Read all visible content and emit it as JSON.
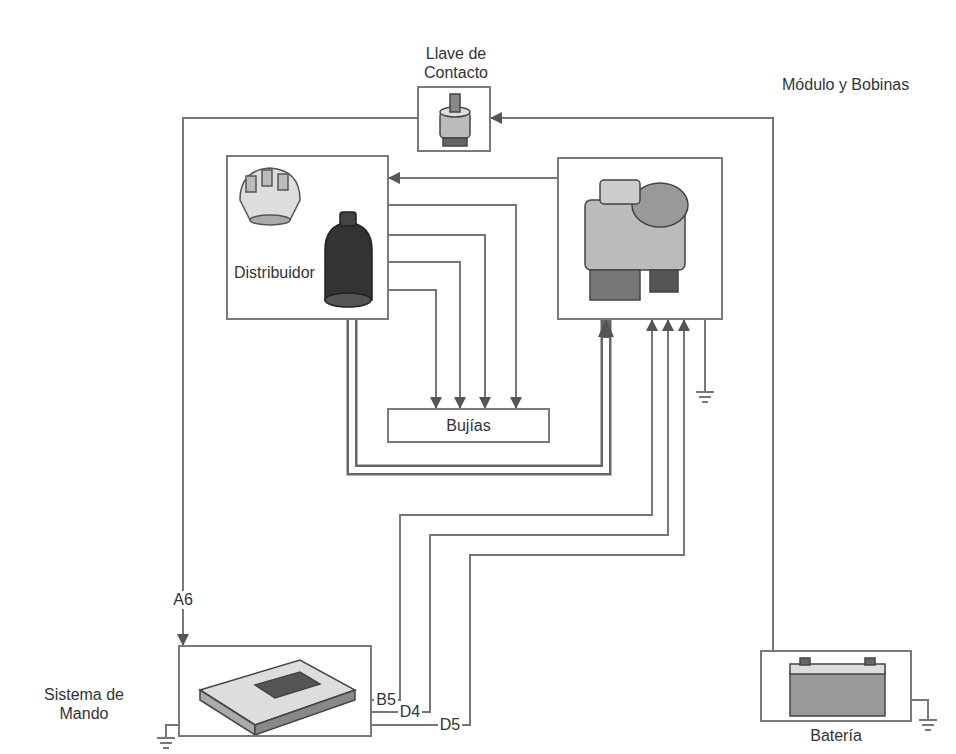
{
  "diagram": {
    "nodes": [
      {
        "text": [
          "Llave de Contacto"
        ]
      },
      {
        "text": [
          "Distribuidor"
        ]
      },
      {
        "text": [
          "Módulo y Bobinas"
        ]
      },
      {
        "text": [
          "Bujías"
        ]
      },
      {
        "text": [
          "Sistema de Mando"
        ]
      },
      {
        "text": [
          "Batería"
        ]
      }
    ],
    "edges": [
      {
        "from": 5,
        "to": 0,
        "arrow": "to"
      },
      {
        "from": 0,
        "to": 4,
        "arrow": "to",
        "label": "A6"
      },
      {
        "from": 2,
        "to": 1,
        "arrow": "to"
      },
      {
        "from": 1,
        "to": 3,
        "arrow": "to"
      },
      {
        "from": 1,
        "to": 3,
        "arrow": "to"
      },
      {
        "from": 1,
        "to": 3,
        "arrow": "to"
      },
      {
        "from": 1,
        "to": 3,
        "arrow": "to"
      },
      {
        "from": 1,
        "to": 2,
        "arrow": "to"
      },
      {
        "from": 4,
        "to": 2,
        "arrow": "to",
        "label": "B5"
      },
      {
        "from": 4,
        "to": 2,
        "arrow": "to",
        "label": "D4"
      },
      {
        "from": 4,
        "to": 2,
        "arrow": "to",
        "label": "D5"
      }
    ]
  }
}
